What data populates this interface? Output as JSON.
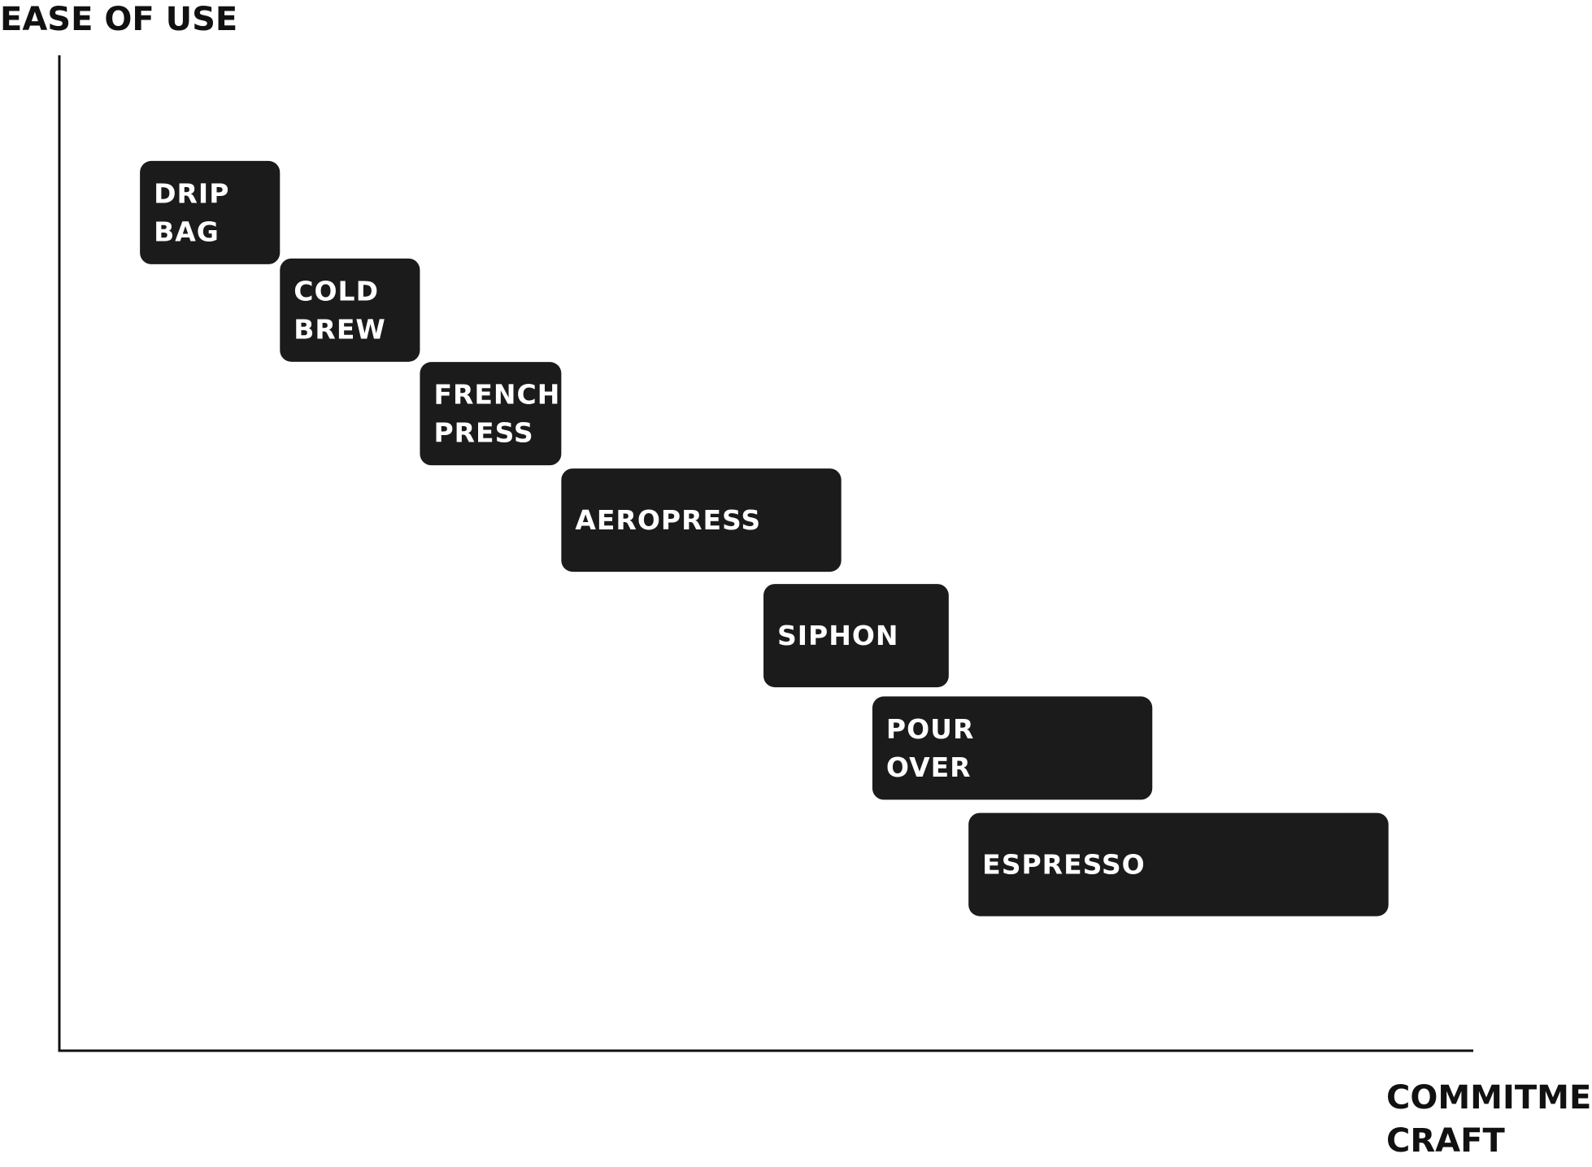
{
  "chart_data": {
    "type": "gantt-like step diagram",
    "y_axis_title": "EASE OF USE",
    "x_axis_title_lines": [
      "COMMITMENT TO",
      "CRAFT"
    ],
    "grid": false,
    "legend": "none",
    "x_range": [
      0,
      100
    ],
    "y_range": [
      0,
      100
    ],
    "colors": {
      "box_fill": "#1b1b1b",
      "box_text": "#ffffff",
      "axis": "#111111",
      "background": "#ffffff"
    },
    "methods": [
      {
        "label_lines": [
          "DRIP",
          "BAG"
        ],
        "x_start": 5.7,
        "x_end": 15.6,
        "y": 84.2
      },
      {
        "label_lines": [
          "COLD",
          "BREW"
        ],
        "x_start": 15.6,
        "x_end": 25.5,
        "y": 74.4
      },
      {
        "label_lines": [
          "FRENCH",
          "PRESS"
        ],
        "x_start": 25.5,
        "x_end": 35.5,
        "y": 64.0
      },
      {
        "label_lines": [
          "AEROPRESS"
        ],
        "x_start": 35.5,
        "x_end": 55.3,
        "y": 53.3
      },
      {
        "label_lines": [
          "SIPHON"
        ],
        "x_start": 49.8,
        "x_end": 62.9,
        "y": 41.7
      },
      {
        "label_lines": [
          "POUR",
          "OVER"
        ],
        "x_start": 57.5,
        "x_end": 77.3,
        "y": 30.4
      },
      {
        "label_lines": [
          "ESPRESSO"
        ],
        "x_start": 64.3,
        "x_end": 94.0,
        "y": 18.7
      }
    ]
  }
}
